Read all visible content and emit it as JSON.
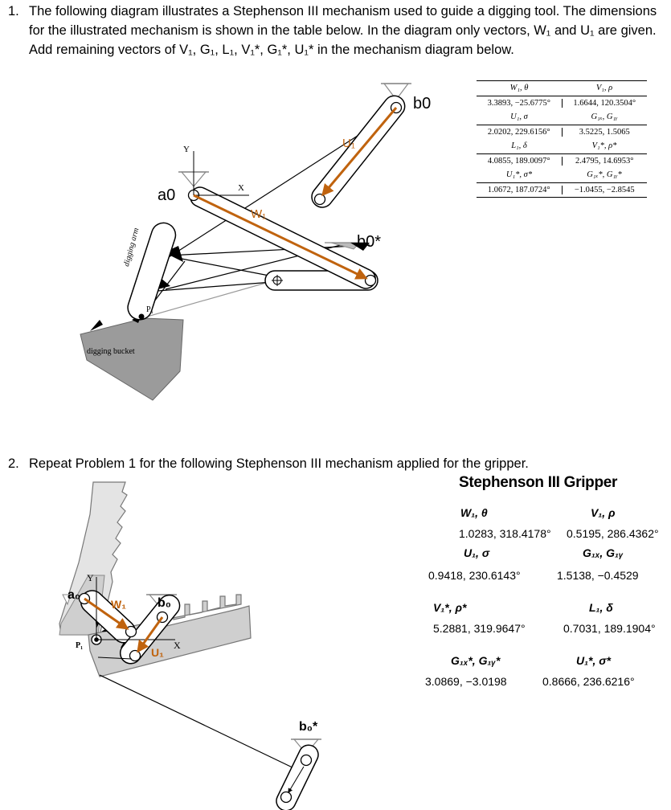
{
  "problem1": {
    "number": "1.",
    "text": "The following diagram illustrates a Stephenson III mechanism used to guide a digging tool. The dimensions for the illustrated mechanism is shown in the table below. In the diagram only vectors, W₁ and U₁ are given. Add remaining vectors of V₁, G₁, L₁, V₁*, G₁*, U₁* in the mechanism diagram below.",
    "diagram_labels": {
      "a0": "a0",
      "b0": "b0",
      "b0_star": "b0*",
      "w1": "W₁",
      "u1": "U₁",
      "x_axis": "X",
      "y_axis": "Y",
      "digging_arm": "digging arm",
      "p1": "P₁",
      "digging_bucket": "digging bucket"
    },
    "table": [
      {
        "h1": "W₁, θ",
        "h2": "V₁, ρ",
        "v1": "3.3893, −25.6775°",
        "v2": "1.6644, 120.3504°"
      },
      {
        "h1": "U₁, σ",
        "h2": "G₁ₓ, G₁ᵧ",
        "v1": "2.0202, 229.6156°",
        "v2": "3.5225, 1.5065"
      },
      {
        "h1": "L₁, δ",
        "h2": "V₁*, ρ*",
        "v1": "4.0855, 189.0097°",
        "v2": "2.4795, 14.6953°"
      },
      {
        "h1": "U₁*, σ*",
        "h2": "G₁ₓ*, G₁ᵧ*",
        "v1": "1.0672, 187.0724°",
        "v2": "−1.0455, −2.8545"
      }
    ]
  },
  "problem2": {
    "number": "2.",
    "text": "Repeat Problem 1 for the following Stephenson III mechanism applied for the gripper.",
    "gripper": {
      "title": "Stephenson III Gripper",
      "rows": [
        {
          "left_h": "W₁, θ",
          "right_h": "V₁, ρ",
          "left_v": "1.0283, 318.4178°",
          "right_v": "0.5195, 286.4362°"
        },
        {
          "left_h": "U₁, σ",
          "right_h": "G₁ₓ, G₁ᵧ",
          "left_v": "0.9418, 230.6143°",
          "right_v": "1.5138, −0.4529"
        },
        {
          "left_h": "V₁*, ρ*",
          "right_h": "L₁, δ",
          "left_v": "5.2881, 319.9647°",
          "right_v": "0.7031, 189.1904°"
        },
        {
          "left_h": "G₁ₓ*, G₁ᵧ*",
          "right_h": "U₁*, σ*",
          "left_v": "3.0869, −3.0198",
          "right_v": "0.8666, 236.6216°"
        }
      ]
    },
    "diagram_labels": {
      "a0": "a₀",
      "b0": "b₀",
      "b0_star": "b₀*",
      "w1": "W₁",
      "u1": "U₁",
      "x_axis": "X",
      "y_axis": "Y",
      "p1": "P₁"
    }
  },
  "colors": {
    "vector": "#c0630e",
    "link_fill": "#ffffff",
    "shade": "#cfcfcf",
    "shade_dark": "#9a9a9a"
  }
}
